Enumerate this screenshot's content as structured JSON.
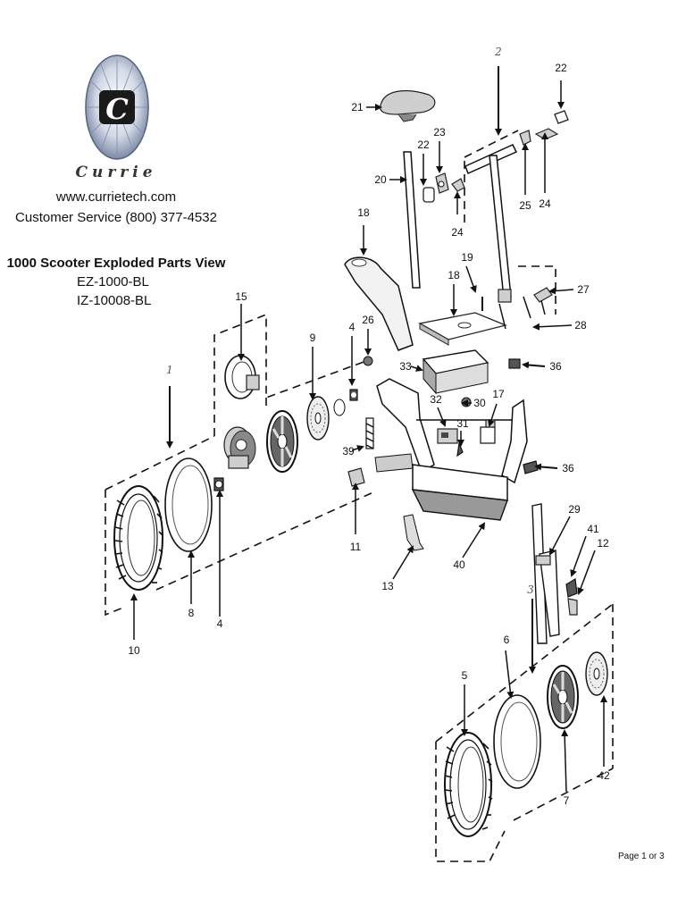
{
  "header": {
    "brand": "Currie",
    "website": "www.currietech.com",
    "service": "Customer Service (800) 377-4532",
    "title": "1000 Scooter Exploded Parts View",
    "models": [
      "EZ-1000-BL",
      "IZ-10008-BL"
    ]
  },
  "parts": {
    "p22a": "22",
    "p21": "21",
    "p2": "2",
    "p23": "23",
    "p22b": "22",
    "p20": "20",
    "p24a": "24",
    "p25": "25",
    "p24b": "24",
    "p18a": "18",
    "p19": "19",
    "p18b": "18",
    "p27": "27",
    "p28": "28",
    "p15": "15",
    "p26": "26",
    "p9": "9",
    "p4a": "4",
    "p33": "33",
    "p36a": "36",
    "p1": "1",
    "p32": "32",
    "p30": "30",
    "p17": "17",
    "p31": "31",
    "p39": "39",
    "p36b": "36",
    "p29": "29",
    "p41": "41",
    "p12": "12",
    "p11": "11",
    "p13": "13",
    "p40": "40",
    "p3": "3",
    "p8": "8",
    "p4b": "4",
    "p10": "10",
    "p6": "6",
    "p5": "5",
    "p42": "42",
    "p7": "7",
    "logo_letter": "C"
  },
  "footer": "Page 1 or 3"
}
